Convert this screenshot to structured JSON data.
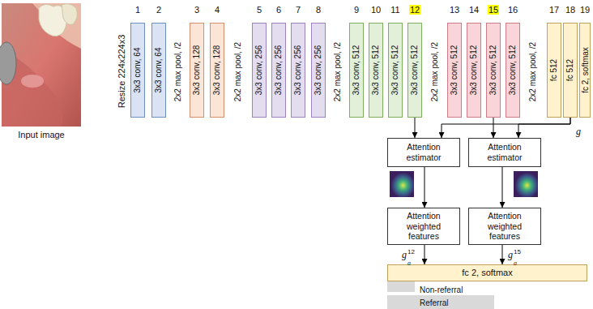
{
  "diagram": {
    "nodes": [
      {
        "text": [
          "3x3 conv, 64"
        ]
      },
      {
        "text": [
          "3x3 conv, 64"
        ]
      },
      {
        "text": [
          "3x3 conv, 128"
        ]
      },
      {
        "text": [
          "3x3 conv, 128"
        ]
      },
      {
        "text": [
          "3x3 conv, 256"
        ]
      },
      {
        "text": [
          "3x3 conv, 256"
        ]
      },
      {
        "text": [
          "3x3 conv, 256"
        ]
      },
      {
        "text": [
          "3x3 conv, 256"
        ]
      },
      {
        "text": [
          "3x3 conv, 512"
        ]
      },
      {
        "text": [
          "3x3 conv, 512"
        ]
      },
      {
        "text": [
          "3x3 conv, 512"
        ]
      },
      {
        "text": [
          "3x3 conv, 512"
        ]
      },
      {
        "text": [
          "3x3 conv, 512"
        ]
      },
      {
        "text": [
          "3x3 conv, 512"
        ]
      },
      {
        "text": [
          "3x3 conv, 512"
        ]
      },
      {
        "text": [
          "3x3 conv, 512"
        ]
      },
      {
        "text": [
          "fc 512"
        ]
      },
      {
        "text": [
          "fc 512"
        ]
      },
      {
        "text": [
          "fc 2, softmax"
        ]
      },
      {
        "text": [
          "Attention estimator"
        ]
      },
      {
        "text": [
          "Attention estimator"
        ]
      },
      {
        "text": [
          "Attention weighted features"
        ]
      },
      {
        "text": [
          "Attention weighted features"
        ]
      },
      {
        "text": [
          "fc 2, softmax"
        ]
      },
      {
        "text": [
          "Referral"
        ]
      }
    ],
    "edges": [
      {
        "from": 11,
        "to": 19,
        "arrow": "to"
      },
      {
        "from": 14,
        "to": 20,
        "arrow": "to"
      },
      {
        "from": 17,
        "to": 19,
        "arrow": "to"
      },
      {
        "from": 17,
        "to": 20,
        "arrow": "to"
      },
      {
        "from": 19,
        "to": 21,
        "arrow": "to"
      },
      {
        "from": 20,
        "to": 22,
        "arrow": "to"
      },
      {
        "from": 21,
        "to": 23,
        "arrow": "to"
      },
      {
        "from": 22,
        "to": 23,
        "arrow": "to"
      }
    ],
    "labels": [
      "Input image",
      "Resize 224x224x3",
      "1",
      "2",
      "3",
      "4",
      "5",
      "6",
      "7",
      "8",
      "9",
      "10",
      "11",
      "12",
      "13",
      "14",
      "15",
      "16",
      "17",
      "18",
      "19",
      "2x2 max pool, /2",
      "2x2 max pool, /2",
      "2x2 max pool, /2",
      "2x2 max pool, /2",
      "2x2 max pool, /2",
      "g",
      "a",
      "12",
      "g",
      "a",
      "15",
      "g",
      "Non-referral"
    ]
  }
}
